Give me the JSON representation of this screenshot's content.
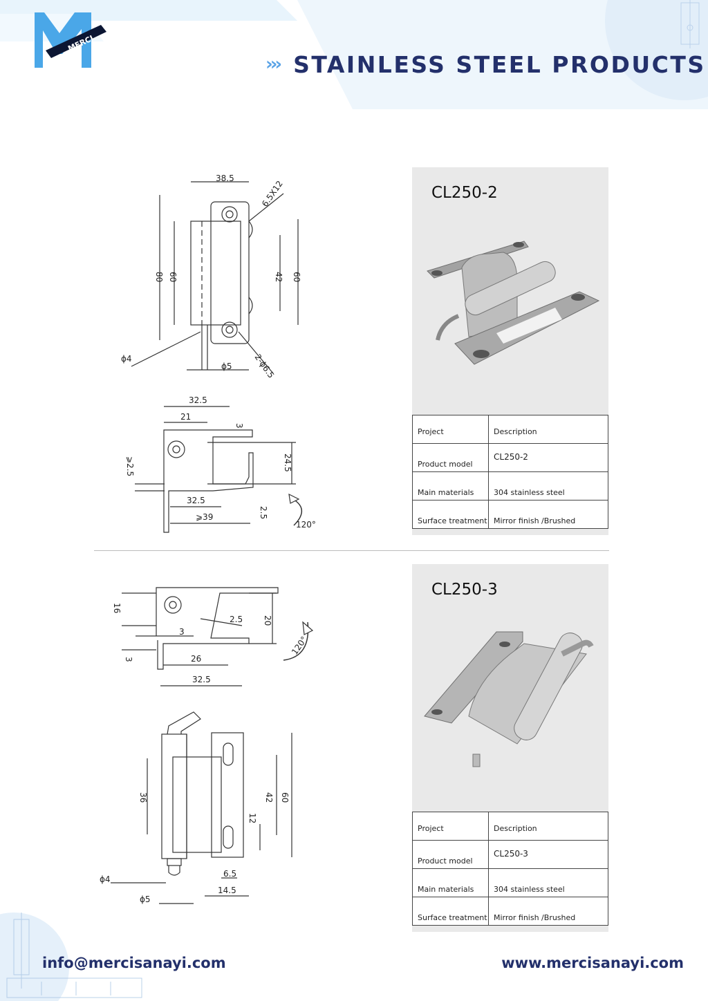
{
  "header": {
    "brand_text": "MERCI",
    "chevrons": "›››",
    "title": "STAINLESS STEEL PRODUCTS",
    "colors": {
      "navy": "#23306b",
      "light_blue": "#5aa3e6",
      "pale_blue": "#dbeefb"
    }
  },
  "products": [
    {
      "model_title": "CL250-2",
      "table": {
        "project_header": "Project",
        "description_header": "Description",
        "rows": [
          {
            "label": "Product model",
            "value": "CL250-2"
          },
          {
            "label": "Main materials",
            "value": "304 stainless steel"
          },
          {
            "label": "Surface treatment",
            "value": "Mirror finish /Brushed"
          }
        ]
      },
      "drawing_dims": {
        "top_width": "38.5",
        "hole_spec": "6.5X12",
        "height_outer": "80",
        "height_inner": "60",
        "slot_span": "42",
        "right_height": "60",
        "pin_dia": "ϕ4",
        "bolt_dia": "ϕ5",
        "holes": "2-ϕ6.5",
        "plan_width": "32.5",
        "plan_inner": "21",
        "thickness": "3",
        "min_gap": "⩾2.5",
        "depth": "24.5",
        "bottom_inner": "32.5",
        "min_width": "⩾39",
        "bottom_thick": "2.5",
        "angle": "120°"
      }
    },
    {
      "model_title": "CL250-3",
      "table": {
        "project_header": "Project",
        "description_header": "Description",
        "rows": [
          {
            "label": "Product model",
            "value": "CL250-3"
          },
          {
            "label": "Main materials",
            "value": "304 stainless steel"
          },
          {
            "label": "Surface treatment",
            "value": "Mirror finish /Brushed"
          }
        ]
      },
      "drawing_dims": {
        "gap_top": "16",
        "offset": "2.5",
        "height": "20",
        "leaf": "3",
        "gap_bottom": "3",
        "inner_width": "26",
        "outer_width": "32.5",
        "angle": "120°",
        "body_height": "36",
        "slot_span": "42",
        "total_height": "60",
        "slot_len": "12",
        "slot_w": "6.5",
        "leaf_w": "14.5",
        "pin_dia": "ϕ4",
        "bolt_dia": "ϕ5"
      }
    }
  ],
  "footer": {
    "email": "info@mercisanayi.com",
    "website": "www.mercisanayi.com"
  }
}
